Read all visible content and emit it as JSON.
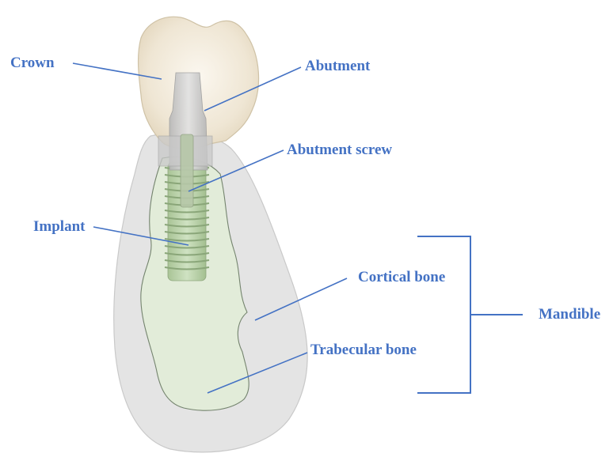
{
  "figure": {
    "label_color": "#4472C4",
    "labels": {
      "crown": "Crown",
      "abutment": "Abutment",
      "abutment_screw": "Abutment screw",
      "implant": "Implant",
      "cortical_bone": "Cortical bone",
      "trabecular_bone": "Trabecular bone",
      "mandible": "Mandible"
    },
    "colors": {
      "crown": "#EFE6D4",
      "cortical_bone": "#E4E4E4",
      "trabecular_bone": "#E2EDD9",
      "implant": "#B9D2A8",
      "abutment": "#CFCFCF"
    }
  }
}
